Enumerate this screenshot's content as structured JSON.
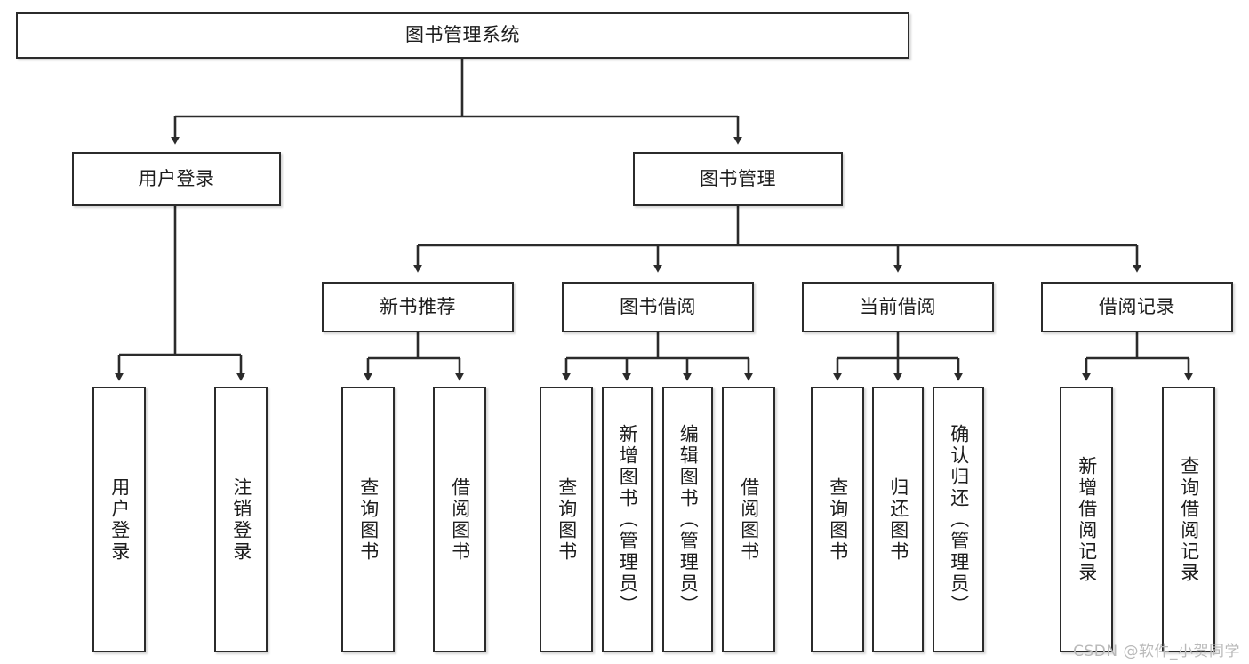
{
  "diagram": {
    "title": "图书管理系统",
    "watermark": "CSDN @软件_小贺同学",
    "edge_color": "#2b2b2b",
    "box_border_color": "#2b2b2b",
    "box_fill_color": "#ffffff",
    "text_color": "#1d1d1d",
    "nodes": {
      "root": {
        "label": "图书管理系统",
        "orientation": "horizontal"
      },
      "l2_user_login": {
        "label": "用户登录",
        "orientation": "horizontal"
      },
      "l2_book_manage": {
        "label": "图书管理",
        "orientation": "horizontal"
      },
      "l3_new_book_rec": {
        "label": "新书推荐",
        "orientation": "horizontal"
      },
      "l3_book_borrow": {
        "label": "图书借阅",
        "orientation": "horizontal"
      },
      "l3_current_borrow": {
        "label": "当前借阅",
        "orientation": "horizontal"
      },
      "l3_borrow_record": {
        "label": "借阅记录",
        "orientation": "horizontal"
      },
      "leaf_user_login": {
        "label": "用户登录",
        "orientation": "vertical"
      },
      "leaf_logout": {
        "label": "注销登录",
        "orientation": "vertical"
      },
      "leaf_query_book_rec": {
        "label": "查询图书",
        "orientation": "vertical"
      },
      "leaf_borrow_book_rec": {
        "label": "借阅图书",
        "orientation": "vertical"
      },
      "leaf_query_book_borrow": {
        "label": "查询图书",
        "orientation": "vertical"
      },
      "leaf_add_book_admin": {
        "label": "新增图书（管理员）",
        "orientation": "vertical"
      },
      "leaf_edit_book_admin": {
        "label": "编辑图书（管理员）",
        "orientation": "vertical"
      },
      "leaf_borrow_book": {
        "label": "借阅图书",
        "orientation": "vertical"
      },
      "leaf_query_book_current": {
        "label": "查询图书",
        "orientation": "vertical"
      },
      "leaf_return_book": {
        "label": "归还图书",
        "orientation": "vertical"
      },
      "leaf_confirm_return_admin": {
        "label": "确认归还（管理员）",
        "orientation": "vertical"
      },
      "leaf_add_borrow_record": {
        "label": "新增借阅记录",
        "orientation": "vertical"
      },
      "leaf_query_borrow_record": {
        "label": "查询借阅记录",
        "orientation": "vertical"
      }
    },
    "hierarchy": {
      "图书管理系统": [
        "用户登录",
        "图书管理"
      ],
      "用户登录": [
        "用户登录",
        "注销登录"
      ],
      "图书管理": [
        "新书推荐",
        "图书借阅",
        "当前借阅",
        "借阅记录"
      ],
      "新书推荐": [
        "查询图书",
        "借阅图书"
      ],
      "图书借阅": [
        "查询图书",
        "新增图书（管理员）",
        "编辑图书（管理员）",
        "借阅图书"
      ],
      "当前借阅": [
        "查询图书",
        "归还图书",
        "确认归还（管理员）"
      ],
      "借阅记录": [
        "新增借阅记录",
        "查询借阅记录"
      ]
    }
  }
}
